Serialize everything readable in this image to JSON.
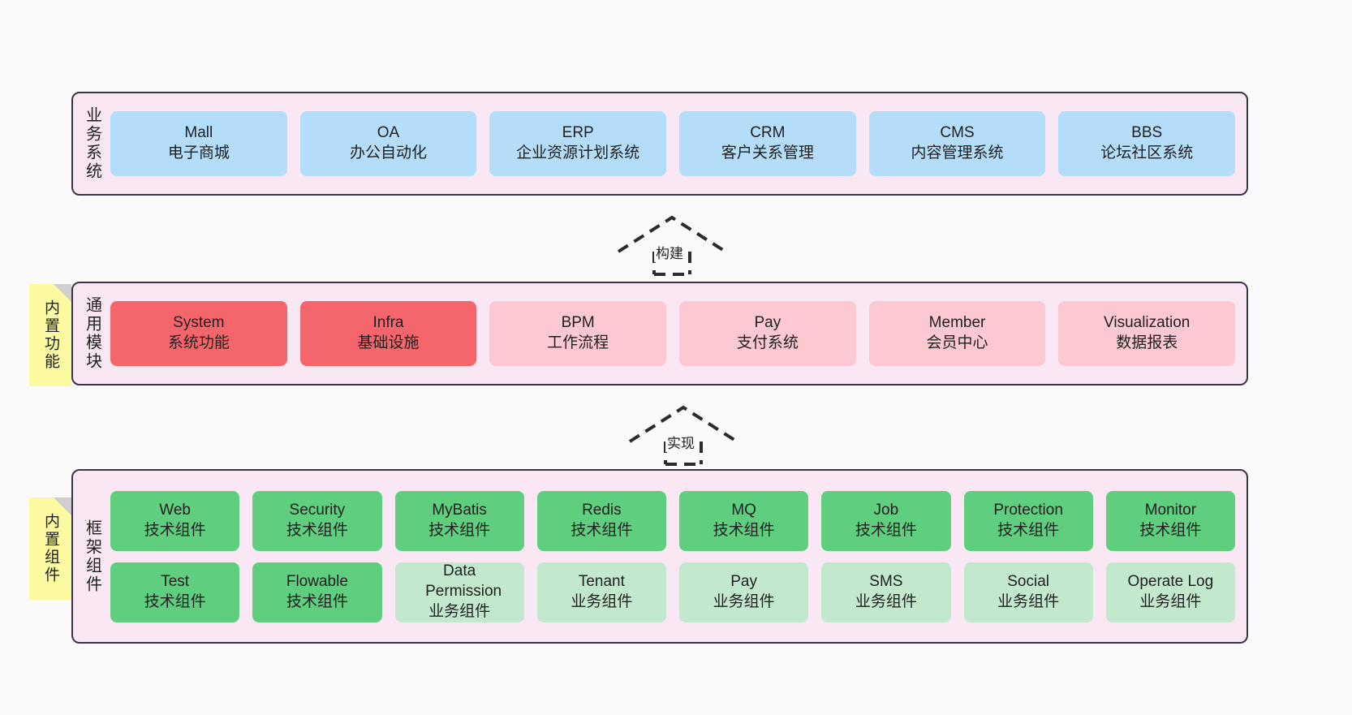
{
  "diagram": {
    "background_color": "#fafafa",
    "panel_color": "#f9e8f4",
    "panel_border_color": "#3b3545"
  },
  "layers": [
    {
      "id": "business-systems",
      "title": "业务系统",
      "note": null,
      "rows": [
        {
          "cards": [
            {
              "style": "blue",
              "name": "Mall",
              "desc": "电子商城"
            },
            {
              "style": "blue",
              "name": "OA",
              "desc": "办公自动化"
            },
            {
              "style": "blue",
              "name": "ERP",
              "desc": "企业资源计划系统"
            },
            {
              "style": "blue",
              "name": "CRM",
              "desc": "客户关系管理"
            },
            {
              "style": "blue",
              "name": "CMS",
              "desc": "内容管理系统"
            },
            {
              "style": "blue",
              "name": "BBS",
              "desc": "论坛社区系统"
            }
          ]
        }
      ]
    },
    {
      "id": "common-modules",
      "title": "通用模块",
      "note": "内置功能",
      "rows": [
        {
          "cards": [
            {
              "style": "red",
              "name": "System",
              "desc": "系统功能"
            },
            {
              "style": "red",
              "name": "Infra",
              "desc": "基础设施"
            },
            {
              "style": "pink",
              "name": "BPM",
              "desc": "工作流程"
            },
            {
              "style": "pink",
              "name": "Pay",
              "desc": "支付系统"
            },
            {
              "style": "pink",
              "name": "Member",
              "desc": "会员中心"
            },
            {
              "style": "pink",
              "name": "Visualization",
              "desc": "数据报表"
            }
          ]
        }
      ]
    },
    {
      "id": "framework-components",
      "title": "框架组件",
      "note": "内置组件",
      "rows": [
        {
          "cards": [
            {
              "style": "green",
              "name": "Web",
              "desc": "技术组件"
            },
            {
              "style": "green",
              "name": "Security",
              "desc": "技术组件"
            },
            {
              "style": "green",
              "name": "MyBatis",
              "desc": "技术组件"
            },
            {
              "style": "green",
              "name": "Redis",
              "desc": "技术组件"
            },
            {
              "style": "green",
              "name": "MQ",
              "desc": "技术组件"
            },
            {
              "style": "green",
              "name": "Job",
              "desc": "技术组件"
            },
            {
              "style": "green",
              "name": "Protection",
              "desc": "技术组件"
            },
            {
              "style": "green",
              "name": "Monitor",
              "desc": "技术组件"
            }
          ]
        },
        {
          "cards": [
            {
              "style": "green",
              "name": "Test",
              "desc": "技术组件"
            },
            {
              "style": "green",
              "name": "Flowable",
              "desc": "技术组件"
            },
            {
              "style": "lgreen",
              "name": "Data Permission",
              "desc": "业务组件"
            },
            {
              "style": "lgreen",
              "name": "Tenant",
              "desc": "业务组件"
            },
            {
              "style": "lgreen",
              "name": "Pay",
              "desc": "业务组件"
            },
            {
              "style": "lgreen",
              "name": "SMS",
              "desc": "业务组件"
            },
            {
              "style": "lgreen",
              "name": "Social",
              "desc": "业务组件"
            },
            {
              "style": "lgreen",
              "name": "Operate Log",
              "desc": "业务组件"
            }
          ]
        }
      ]
    }
  ],
  "connectors": [
    {
      "id": "build",
      "label": "构建"
    },
    {
      "id": "implement",
      "label": "实现"
    }
  ],
  "colors": {
    "blue": "#b3ddf9",
    "red": "#f4666b",
    "pink": "#fcc9d3",
    "green": "#5fce7f",
    "light_green": "#c2e9cd",
    "note_yellow": "#fbfaa0",
    "panel": "#f9e8f4",
    "border": "#3b3545"
  }
}
